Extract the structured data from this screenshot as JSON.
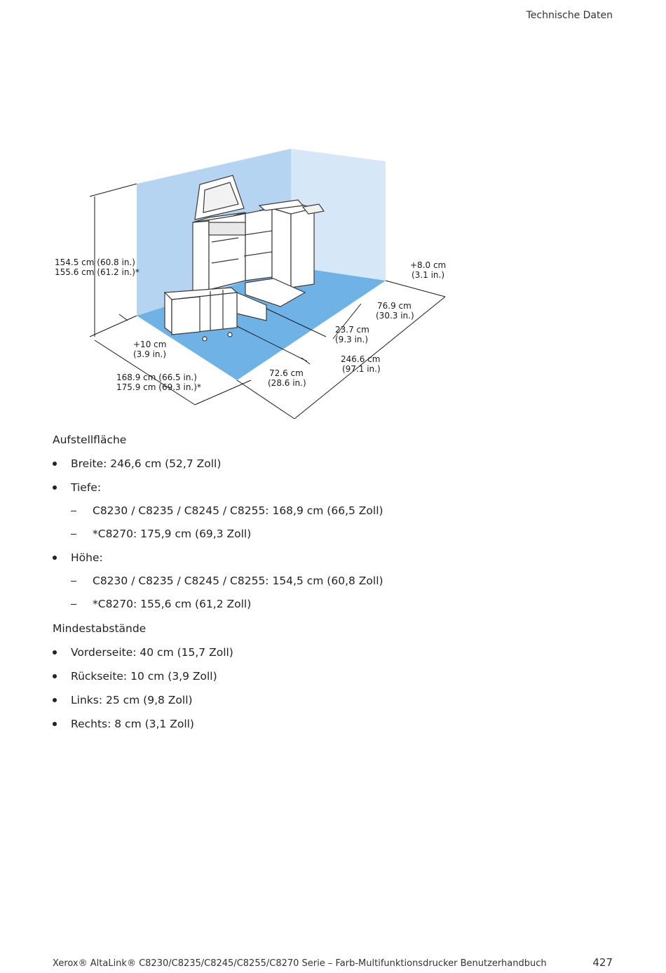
{
  "header": {
    "section_title": "Technische Daten"
  },
  "figure": {
    "labels": {
      "height_1": "154.5 cm (60.8 in.)",
      "height_2": "155.6 cm (61.2 in.)*",
      "right_clear_1": "+8.0 cm",
      "right_clear_2": "(3.1 in.)",
      "d769_1": "76.9 cm",
      "d769_2": "(30.3 in.)",
      "d237_1": "23.7 cm",
      "d237_2": "(9.3 in.)",
      "rear_1": "+10 cm",
      "rear_2": "(3.9 in.)",
      "width_1": "246.6 cm",
      "width_2": "(97.1 in.)",
      "d726_1": "72.6 cm",
      "d726_2": "(28.6 in.)",
      "depth_1": "168.9 cm (66.5 in.)",
      "depth_2": "175.9 cm (69.3 in.)*"
    }
  },
  "sections": {
    "footprint": {
      "heading": "Aufstellfläche",
      "width": "Breite: 246,6 cm (52,7 Zoll)",
      "depth": "Tiefe:",
      "depth_a": "C8230 / C8235 / C8245 / C8255: 168,9 cm (66,5 Zoll)",
      "depth_b": "*C8270: 175,9 cm (69,3 Zoll)",
      "height": "Höhe:",
      "height_a": "C8230 / C8235 / C8245 / C8255: 154,5 cm (60,8 Zoll)",
      "height_b": "*C8270: 155,6 cm (61,2 Zoll)"
    },
    "clearance": {
      "heading": "Mindestabstände",
      "front": "Vorderseite: 40 cm (15,7 Zoll)",
      "rear": "Rückseite: 10 cm (3,9 Zoll)",
      "left": "Links: 25 cm (9,8 Zoll)",
      "right": "Rechts: 8 cm (3,1 Zoll)"
    }
  },
  "footer": {
    "manual_title": "Xerox® AltaLink® C8230/C8235/C8245/C8255/C8270 Serie – Farb-Multifunktionsdrucker Benutzerhandbuch",
    "page_number": "427"
  },
  "colors": {
    "wall_left": "#b5d4f1",
    "wall_right": "#d6e7f7",
    "floor": "#6fb3e6"
  }
}
